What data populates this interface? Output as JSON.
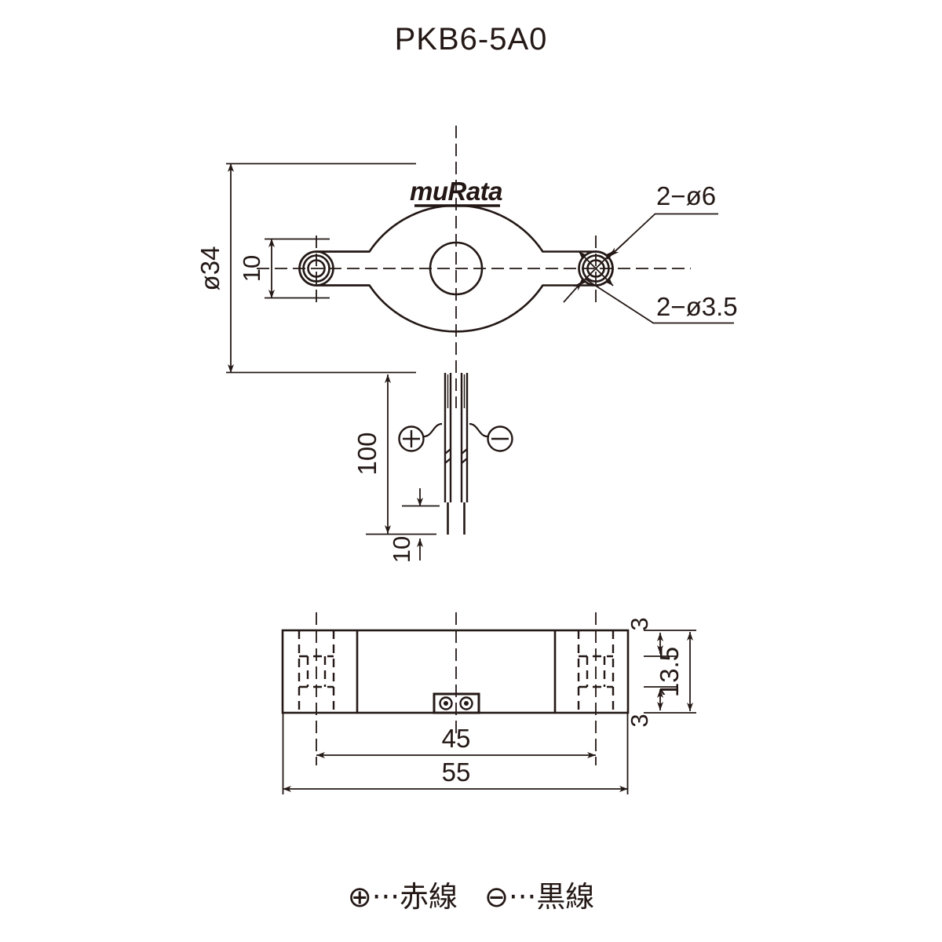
{
  "title": "PKB6-5A0",
  "brand_logo": "muRata",
  "colors": {
    "line": "#231815",
    "background": "#ffffff",
    "text": "#231815"
  },
  "top_view": {
    "name": "top-view",
    "dimensions": {
      "outer_diameter": "ø34",
      "tab_width": "10",
      "lead_length": "100",
      "lead_strip_length": "10"
    },
    "callouts": {
      "counterbore": "2−ø6",
      "through_hole": "2−ø3.5"
    },
    "polarity": {
      "plus_symbol": "+",
      "minus_symbol": "−"
    }
  },
  "side_view": {
    "name": "side-view",
    "dimensions": {
      "hole_pitch": "45",
      "overall_length": "55",
      "overall_height": "13.5",
      "edge_top": "3",
      "edge_bottom": "3"
    }
  },
  "legend": {
    "plus_symbol": "⊕",
    "plus_dots": "···",
    "plus_label": "赤線",
    "minus_symbol": "⊖",
    "minus_dots": "···",
    "minus_label": "黒線"
  },
  "chart_data": {
    "type": "table",
    "title": "PKB6-5A0 dimensional drawing (mm)",
    "categories": [
      "ø34",
      "10",
      "100",
      "10",
      "2−ø6",
      "2−ø3.5",
      "45",
      "55",
      "13.5",
      "3",
      "3"
    ],
    "values": [
      34,
      10,
      100,
      10,
      6,
      3.5,
      45,
      55,
      13.5,
      3,
      3
    ]
  }
}
